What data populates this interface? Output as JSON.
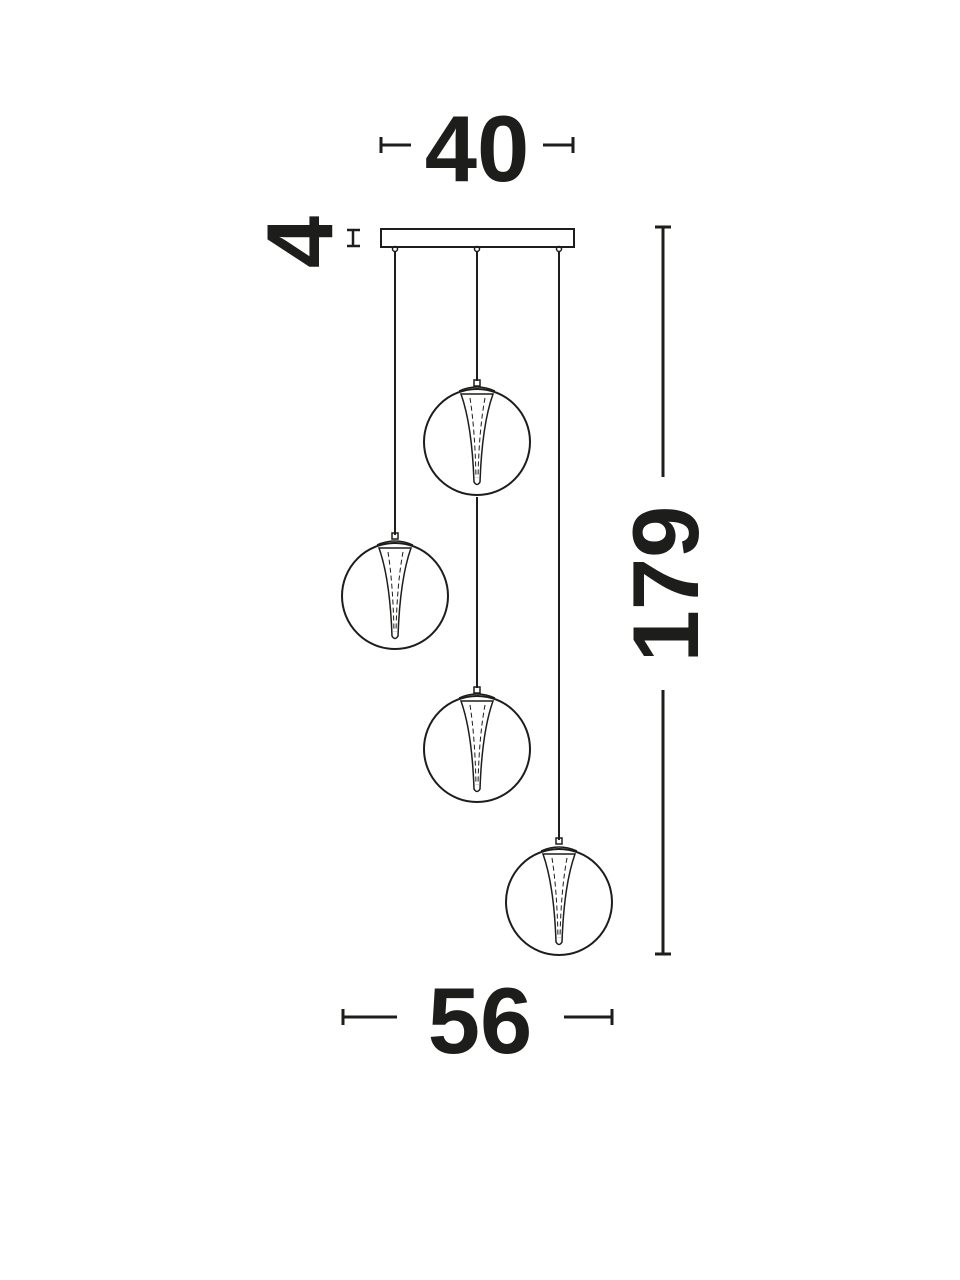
{
  "dimensions": {
    "canopy_width": "40",
    "canopy_height": "4",
    "total_height": "179",
    "overall_width": "56"
  },
  "colors": {
    "ink": "#1d1d1b",
    "background": "#ffffff"
  }
}
